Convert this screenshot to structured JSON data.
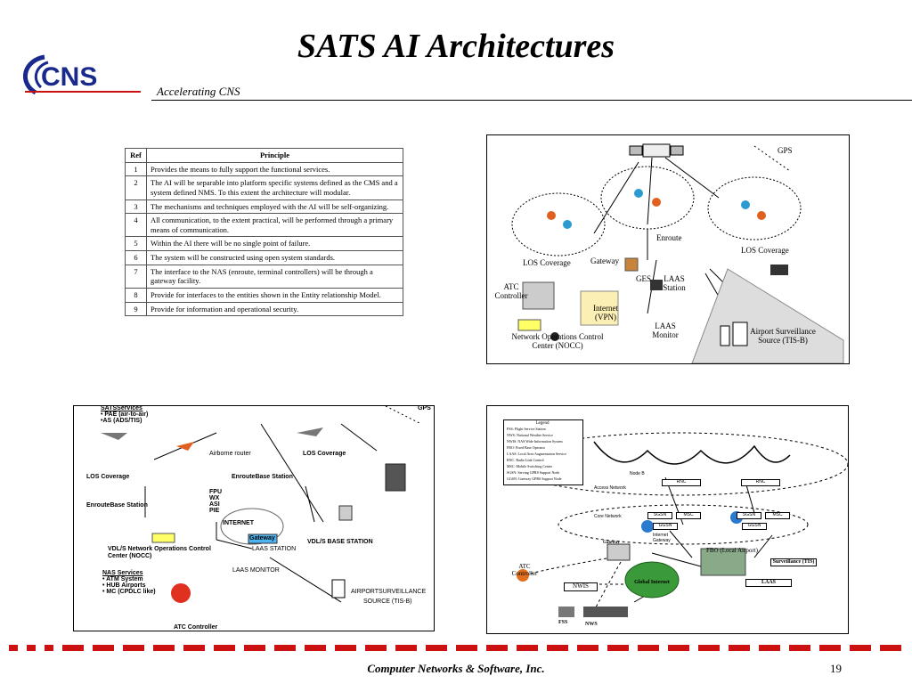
{
  "logo": {
    "text": "CNS",
    "colors": {
      "arc": "#1a2a8c",
      "text": "#1a2a8c",
      "red": "#cc1111"
    }
  },
  "title": "SATS AI Architectures",
  "subtitle": "Accelerating CNS",
  "table": {
    "headers": [
      "Ref",
      "Principle"
    ],
    "rows": [
      {
        "ref": "1",
        "principle": "Provides the means to fully support the functional services."
      },
      {
        "ref": "2",
        "principle": "The AI will be separable into platform specific systems defined as the CMS and a system defined NMS.  To this extent the architecture will modular."
      },
      {
        "ref": "3",
        "principle": "The mechanisms and techniques employed with the AI will be self-organizing."
      },
      {
        "ref": "4",
        "principle": "All communication, to the extent practical, will be performed through a primary means of communication."
      },
      {
        "ref": "5",
        "principle": "Within the AI there will be no single point of failure."
      },
      {
        "ref": "6",
        "principle": "The system will be constructed using open system standards."
      },
      {
        "ref": "7",
        "principle": "The interface to the NAS (enroute, terminal controllers) will be through a gateway facility."
      },
      {
        "ref": "8",
        "principle": "Provide for interfaces to the entities shown in the Entity relationship Model."
      },
      {
        "ref": "9",
        "principle": "Provide for information and operational security."
      }
    ]
  },
  "fig1": {
    "gps": "GPS",
    "enroute": "Enroute",
    "los_left": "LOS Coverage",
    "los_right": "LOS Coverage",
    "gateway": "Gateway",
    "ges": "GES",
    "laas_station": "LAAS Station",
    "atc_controller": "ATC Controller",
    "internet": "Internet (VPN)",
    "laas_monitor": "LAAS Monitor",
    "nocc": "Network Operations Control Center (NOCC)",
    "airport_surveillance": "Airport Surveillance Source (TIS-B)"
  },
  "fig2": {
    "sats_services": "SATSServices",
    "svc_1": "• PAE (air-to-air)",
    "svc_2": "•AS  (ADS/TIS)",
    "gps": "GPS",
    "airborne_router": "Airborne router",
    "los_coverage_top": "LOS Coverage",
    "los_coverage_left": "LOS Coverage",
    "enroute_base_station": "EnrouteBase Station",
    "enroute_base_station_2": "EnrouteBase Station",
    "fpu": "FPU",
    "wx": "WX",
    "asi": "ASI",
    "pie": "PIE",
    "internet": "INTERNET",
    "gateway": "Gateway",
    "vdls_nocc": "VDL/S Network Operations Control Center (NOCC)",
    "laas_station": "LAAS STATION",
    "vdls_base_station": "VDL/S BASE STATION",
    "laas_monitor": "LAAS MONITOR",
    "nas_services": "NAS Services",
    "nas_1": "• ATM System",
    "nas_2": "• HUB Airports",
    "nas_3": "• MC (CPDLC like)",
    "airport_surveillance": "AIRPORTSURVEILLANCE",
    "source": "SOURCE (TIS-B)",
    "atc_controller": "ATC Controller"
  },
  "fig3": {
    "legend_title": "Legend",
    "legend_items": [
      "FSS: Flight Service Station",
      "NWS: National Weather Service",
      "NWIS: NAS Wide Information System",
      "FBO: Fixed  Base Operator",
      "LAAS: Local Area Augmentation Service",
      "RNC: Radio Link Control",
      "MSC: Mobile Switching Center",
      "SGSN: Serving GPRS Support Node",
      "GGSN: Gateway GPRS Support Node"
    ],
    "node_b": "Node B",
    "rnc_1": "RNC",
    "rnc_2": "RNC",
    "access_network": "Access Network",
    "core_network": "Core Network",
    "sgsn_1": "SGSN",
    "msc_1": "MSC",
    "sgsn_2": "SGSN",
    "msc_2": "MSC",
    "ggsn_1": "GGSN",
    "ggsn_2": "GGSN",
    "internet_gateway": "Internet Gateway",
    "gateway": "Gateway",
    "fbo": "FBO (Local Airport)",
    "surveillance": "Surveillance (TIS)",
    "atc_controller": "ATC Controller",
    "nwis": "NWIS",
    "global_internet": "Global Internet",
    "laas": "LAAS",
    "fss": "FSS",
    "nws": "NWS"
  },
  "footer": {
    "company": "Computer Networks & Software, Inc.",
    "page": "19"
  }
}
